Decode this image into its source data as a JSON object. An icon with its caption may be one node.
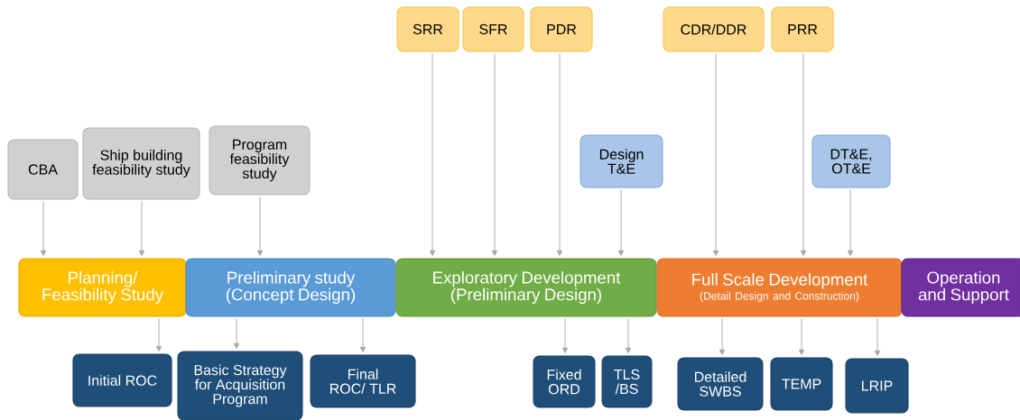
{
  "diagram": {
    "nodes": [
      {
        "text": [
          "SRR"
        ]
      },
      {
        "text": [
          "SFR"
        ]
      },
      {
        "text": [
          "PDR"
        ]
      },
      {
        "text": [
          "CDR/DDR"
        ]
      },
      {
        "text": [
          "PRR"
        ]
      },
      {
        "text": [
          "CBA"
        ]
      },
      {
        "text": [
          "Ship building feasibility study"
        ]
      },
      {
        "text": [
          "Program feasibility study"
        ]
      },
      {
        "text": [
          "Design T&E"
        ]
      },
      {
        "text": [
          "DT&E, OT&E"
        ]
      },
      {
        "text": [
          "Planning/ Feasibility Study"
        ]
      },
      {
        "text": [
          "Preliminary study (Concept Design)"
        ]
      },
      {
        "text": [
          "Exploratory Development (Preliminary Design)"
        ]
      },
      {
        "text": [
          "Full Scale Development",
          "(Detail Design and Construction)"
        ]
      },
      {
        "text": [
          "Operation and Support"
        ]
      },
      {
        "text": [
          "Initial ROC"
        ]
      },
      {
        "text": [
          "Basic Strategy for Acquisition Program"
        ]
      },
      {
        "text": [
          "Final ROC/ TLR"
        ]
      },
      {
        "text": [
          "Fixed ORD"
        ]
      },
      {
        "text": [
          "TLS /BS"
        ]
      },
      {
        "text": [
          "Detailed SWBS"
        ]
      },
      {
        "text": [
          "TEMP"
        ]
      },
      {
        "text": [
          "LRIP"
        ]
      }
    ],
    "edges": [
      {
        "from": 5,
        "to": 10,
        "arrow": "to"
      },
      {
        "from": 6,
        "to": 10,
        "arrow": "to"
      },
      {
        "from": 7,
        "to": 11,
        "arrow": "to"
      },
      {
        "from": 0,
        "to": 12,
        "arrow": "to"
      },
      {
        "from": 1,
        "to": 12,
        "arrow": "to"
      },
      {
        "from": 2,
        "to": 12,
        "arrow": "to"
      },
      {
        "from": 8,
        "to": 12,
        "arrow": "to"
      },
      {
        "from": 3,
        "to": 13,
        "arrow": "to"
      },
      {
        "from": 4,
        "to": 13,
        "arrow": "to"
      },
      {
        "from": 9,
        "to": 13,
        "arrow": "to"
      },
      {
        "from": 10,
        "to": 15,
        "arrow": "to"
      },
      {
        "from": 11,
        "to": 16,
        "arrow": "to"
      },
      {
        "from": 11,
        "to": 17,
        "arrow": "to"
      },
      {
        "from": 12,
        "to": 18,
        "arrow": "to"
      },
      {
        "from": 12,
        "to": 19,
        "arrow": "to"
      },
      {
        "from": 13,
        "to": 20,
        "arrow": "to"
      },
      {
        "from": 13,
        "to": 21,
        "arrow": "to"
      },
      {
        "from": 13,
        "to": 22,
        "arrow": "to"
      }
    ]
  }
}
